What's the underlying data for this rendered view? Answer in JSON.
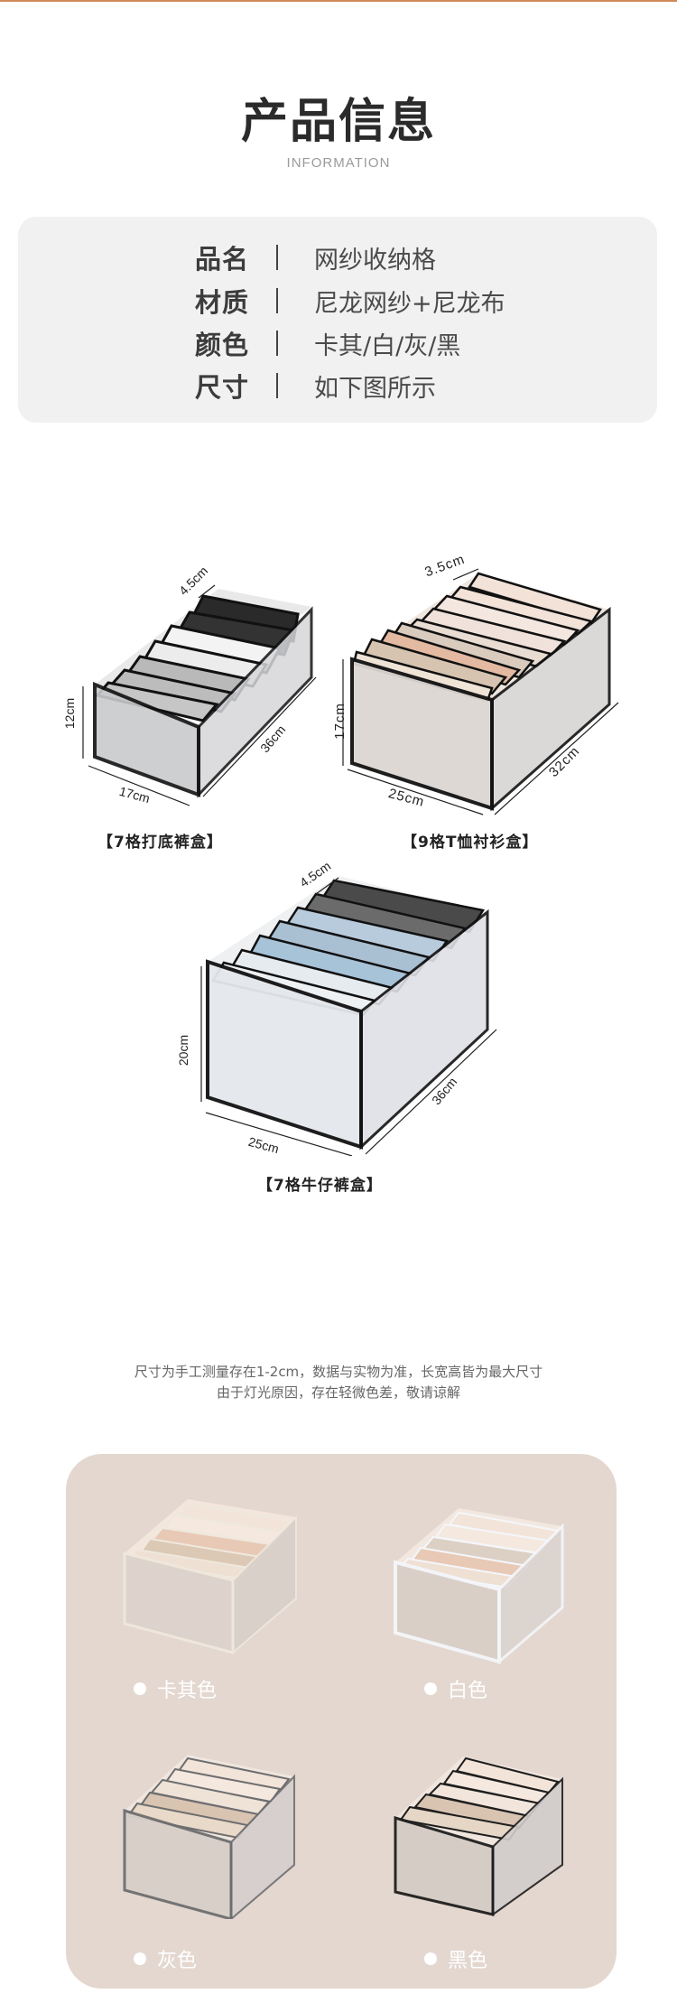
{
  "header": {
    "title": "产品信息",
    "subtitle": "INFORMATION",
    "accent_color": "#d08a5a"
  },
  "info": {
    "rows": [
      {
        "key": "品名",
        "value": "网纱收纳格"
      },
      {
        "key": "材质",
        "value": "尼龙网纱+尼龙布"
      },
      {
        "key": "颜色",
        "value": "卡其/白/灰/黑"
      },
      {
        "key": "尺寸",
        "value": "如下图所示"
      }
    ],
    "background": "#f1f1f1"
  },
  "products": [
    {
      "label": "【7格打底裤盒】",
      "dimensions": {
        "compartment": "4.5cm",
        "height": "12cm",
        "width": "17cm",
        "length": "36cm"
      },
      "clothing_colors": [
        "#2a2a2a",
        "#2a2a2a",
        "#f3f3f3",
        "#f3f3f3",
        "#b9b9b9",
        "#b9b9b9",
        "#c6c6c6"
      ]
    },
    {
      "label": "【9格T恤衬衫盒】",
      "dimensions": {
        "compartment": "3.5cm",
        "height": "17cm",
        "width": "25cm",
        "length": "32cm"
      },
      "clothing_colors": [
        "#f2e2d8",
        "#f2e2d8",
        "#f4e7df",
        "#f0e2da",
        "#e9dcd2",
        "#d9cbbd",
        "#e3b9a2",
        "#d6c4b1",
        "#efe3d6"
      ]
    },
    {
      "label": "【7格牛仔裤盒】",
      "dimensions": {
        "compartment": "4.5cm",
        "height": "20cm",
        "width": "25cm",
        "length": "36cm"
      },
      "clothing_colors": [
        "#4a4a4a",
        "#6b6b6b",
        "#b8cbdd",
        "#a9bfd2",
        "#a7c3d8",
        "#e6ebef",
        "#eef1f4"
      ]
    }
  ],
  "note": {
    "line1": "尺寸为手工测量存在1-2cm，数据与实物为准，长宽高皆为最大尺寸",
    "line2": "由于灯光原因，存在轻微色差，敬请谅解"
  },
  "colors_panel": {
    "background": "#e3d7cf",
    "swatches": [
      {
        "name": "卡其色",
        "border": "#efe8dd"
      },
      {
        "name": "白色",
        "border": "#f4f6fa"
      },
      {
        "name": "灰色",
        "border": "#6e6e70"
      },
      {
        "name": "黑色",
        "border": "#1e1e1e"
      }
    ]
  }
}
